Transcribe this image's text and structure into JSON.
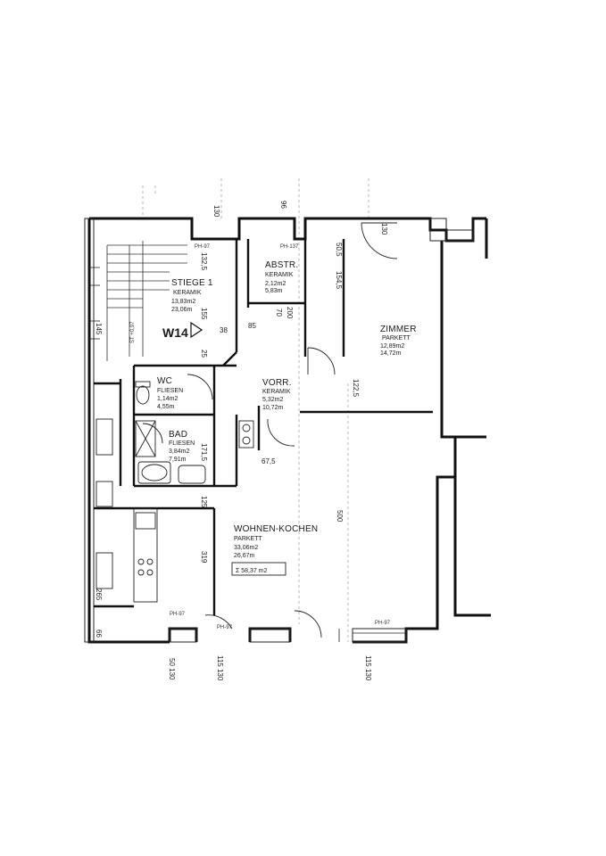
{
  "rooms": {
    "stiege": {
      "name": "STIEGE 1",
      "floor": "KERAMIK",
      "area": "13,83m2",
      "perimeter": "23,06m"
    },
    "abstr": {
      "name": "ABSTR.",
      "floor": "KERAMIK",
      "area": "2,12m2",
      "perimeter": "5,83m"
    },
    "zimmer": {
      "name": "ZIMMER",
      "floor": "PARKETT",
      "area": "12,89m2",
      "perimeter": "14,72m"
    },
    "wc": {
      "name": "WC",
      "floor": "FLIESEN",
      "area": "1,14m2",
      "perimeter": "4,55m"
    },
    "vorr": {
      "name": "VORR.",
      "floor": "KERAMIK",
      "area": "5,32m2",
      "perimeter": "10,72m"
    },
    "bad": {
      "name": "BAD",
      "floor": "FLIESEN",
      "area": "3,84m2",
      "perimeter": "7,91m"
    },
    "wohnen": {
      "name": "WOHNEN-KOCHEN",
      "floor": "PARKETT",
      "area": "33,06m2",
      "perimeter": "26,67m"
    }
  },
  "unit_label": "W14",
  "total_area": "Σ 58,37 m2",
  "dimensions": {
    "d130_top": "130",
    "d96_top": "96",
    "d130_top2": "130",
    "d132_5": "132,5",
    "d155": "155",
    "d145": "145",
    "d38": "38",
    "d25": "25",
    "d154_5": "154,5",
    "d50_5": "50,5",
    "d122_5": "122,5",
    "d500": "500",
    "d319": "319",
    "d125": "125",
    "d67_5": "67,5",
    "d171_5": "171,5",
    "d265": "265",
    "d66": "66",
    "d50_130": "50 130",
    "d115_130": "115 130",
    "d115_130b": "115 130",
    "d85": "85",
    "d200": "200",
    "d70": "70"
  },
  "tags": {
    "ph97_a": "PH-97",
    "ph137": "PH-137",
    "ph97_b": "PH-97",
    "ph97_c": "PH-97",
    "ph97_d": "PH-97"
  },
  "misc": {
    "stair_note": "ST +0,97"
  }
}
